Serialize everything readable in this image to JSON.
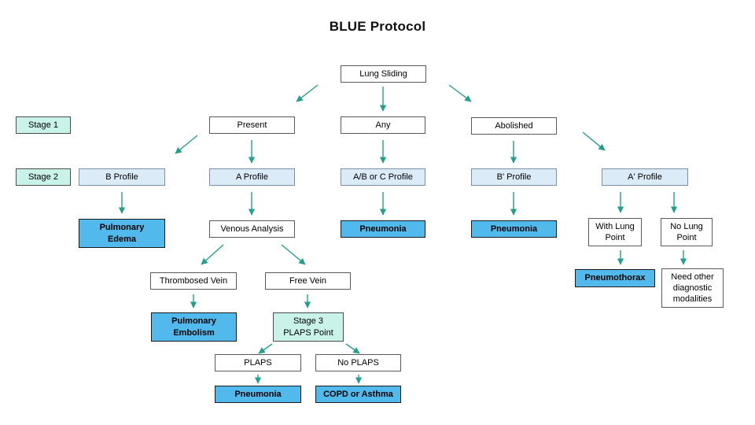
{
  "title": "BLUE Protocol",
  "colors": {
    "arrow": "#21a189",
    "result_fill": "#52b9ec",
    "profile_fill": "#dcebf8",
    "stage_fill": "#c9f2e8",
    "plain_fill": "#ffffff",
    "text": "#000000"
  },
  "nodes": [
    {
      "id": "lung-sliding",
      "label": "Lung Sliding"
    },
    {
      "id": "stage-1",
      "label": "Stage 1"
    },
    {
      "id": "present",
      "label": "Present"
    },
    {
      "id": "any",
      "label": "Any"
    },
    {
      "id": "abolished",
      "label": "Abolished"
    },
    {
      "id": "stage-2",
      "label": "Stage 2"
    },
    {
      "id": "b-profile",
      "label": "B Profile"
    },
    {
      "id": "a-profile",
      "label": "A Profile"
    },
    {
      "id": "ab-or-c-profile",
      "label": "A/B or C Profile"
    },
    {
      "id": "b-prime-profile",
      "label": "B' Profile"
    },
    {
      "id": "a-prime-profile",
      "label": "A' Profile"
    },
    {
      "id": "pulmonary-edema",
      "label": "Pulmonary\nEdema"
    },
    {
      "id": "venous-analysis",
      "label": "Venous Analysis"
    },
    {
      "id": "pneumonia-abc",
      "label": "Pneumonia"
    },
    {
      "id": "pneumonia-bprime",
      "label": "Pneumonia"
    },
    {
      "id": "with-lung-point",
      "label": "With Lung\nPoint"
    },
    {
      "id": "no-lung-point",
      "label": "No Lung\nPoint"
    },
    {
      "id": "thrombosed-vein",
      "label": "Thrombosed Vein"
    },
    {
      "id": "free-vein",
      "label": "Free Vein"
    },
    {
      "id": "pneumothorax",
      "label": "Pneumothorax"
    },
    {
      "id": "need-other-modalities",
      "label": "Need other\ndiagnostic\nmodalities"
    },
    {
      "id": "pulmonary-embolism",
      "label": "Pulmonary\nEmbolism"
    },
    {
      "id": "stage-3-plaps-point",
      "label": "Stage 3\nPLAPS Point"
    },
    {
      "id": "plaps",
      "label": "PLAPS"
    },
    {
      "id": "no-plaps",
      "label": "No PLAPS"
    },
    {
      "id": "pneumonia-plaps",
      "label": "Pneumonia"
    },
    {
      "id": "copd-or-asthma",
      "label": "COPD or Asthma"
    }
  ]
}
